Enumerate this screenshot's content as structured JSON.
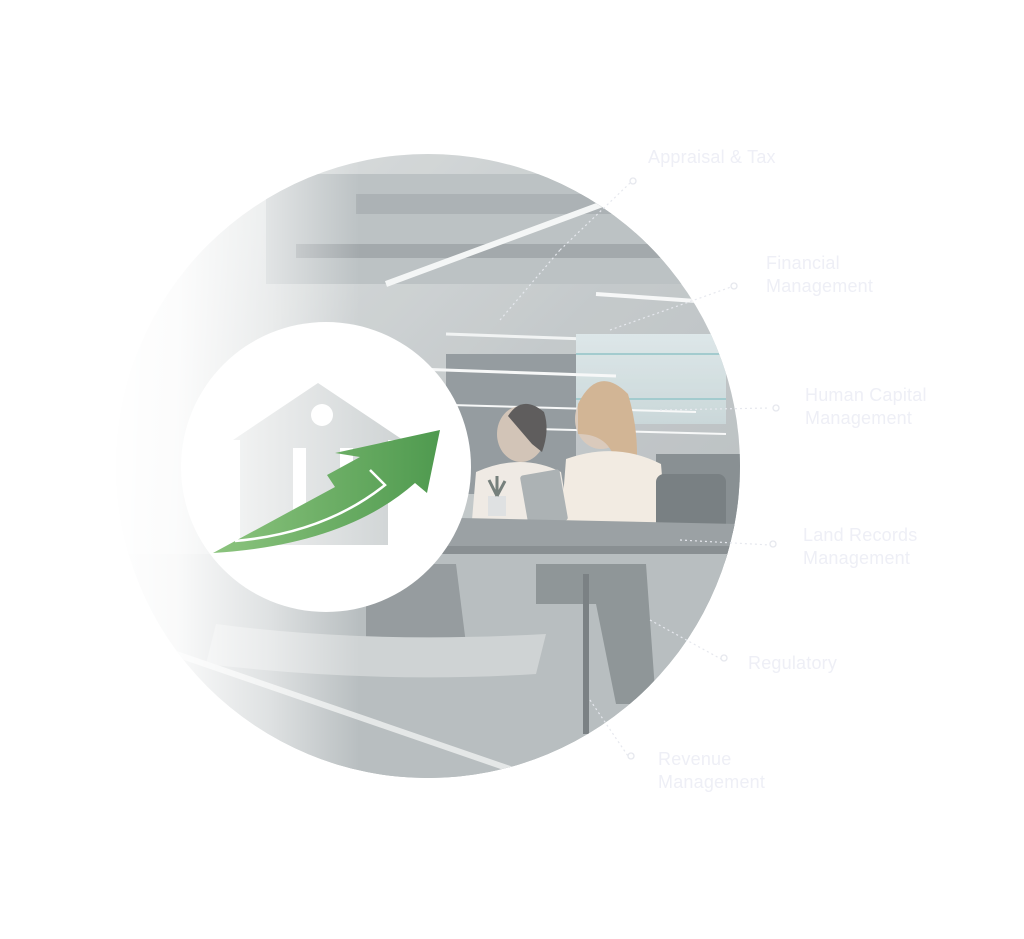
{
  "graphic": {
    "logo": {
      "icon": "house-with-growth-arrow-icon",
      "arrow_color_start": "#8cc47e",
      "arrow_color_end": "#4f9a4f",
      "house_color": "#ffffff"
    },
    "photo_description": "office meeting with two women at a table"
  },
  "services": [
    {
      "line1": "Appraisal & Tax",
      "line2": ""
    },
    {
      "line1": "Financial",
      "line2": "Management"
    },
    {
      "line1": "Human Capital",
      "line2": "Management"
    },
    {
      "line1": "Land Records",
      "line2": "Management"
    },
    {
      "line1": "Regulatory",
      "line2": ""
    },
    {
      "line1": "Revenue",
      "line2": "Management"
    }
  ],
  "colors": {
    "label_text": "#eeeff6",
    "connector": "#e6e8ee",
    "photo_tint": "#b9bfc1"
  }
}
